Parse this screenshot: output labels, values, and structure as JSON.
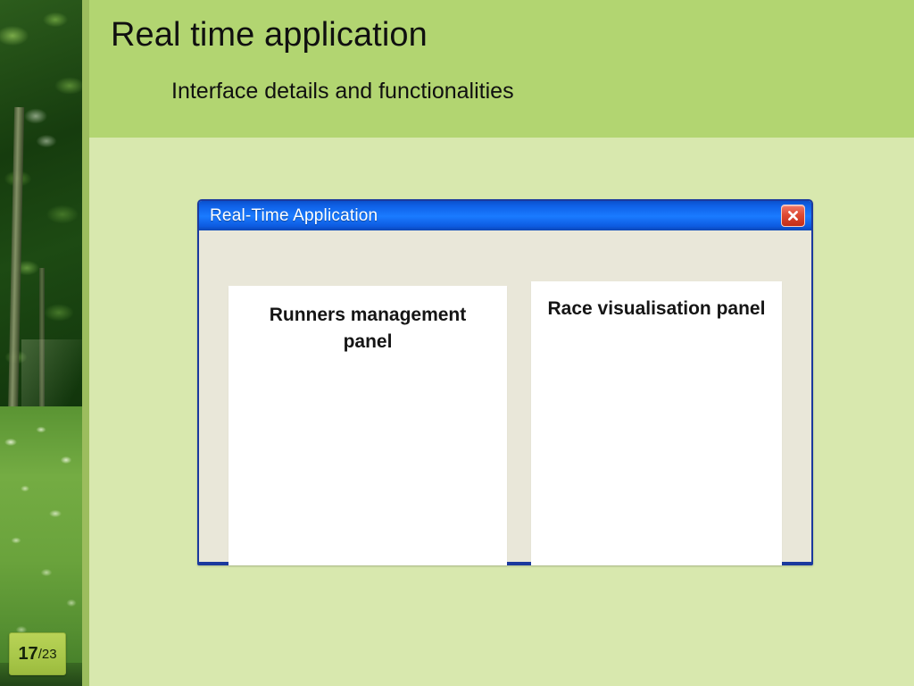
{
  "slide": {
    "title": "Real time application",
    "subtitle": "Interface details and functionalities",
    "page_current": "17",
    "page_separator": "/",
    "page_total": "23",
    "colors": {
      "header_green": "#b2d571",
      "body_green": "#d8e8ae",
      "strip_divider_green": "#9cbd5e",
      "badge_green": "#a9c84a",
      "window_border_blue": "#1b3a9e",
      "titlebar_blue": "#0f62e8",
      "window_body_beige": "#e9e7d9",
      "panel_white": "#ffffff",
      "close_button_red": "#df4b33"
    }
  },
  "app_window": {
    "title": "Real-Time Application",
    "close_button_label": "✕",
    "close_icon_name": "close-icon",
    "panels": [
      {
        "id": "runners-management",
        "label": "Runners management panel"
      },
      {
        "id": "race-visualisation",
        "label": "Race visualisation panel"
      }
    ]
  },
  "decoration": {
    "photo_strip_alt": "forest-photo-strip"
  }
}
